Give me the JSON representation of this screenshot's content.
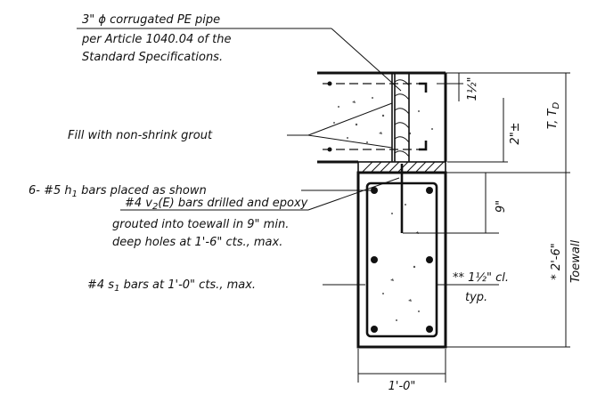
{
  "notes": {
    "pipe_line1": "3\" ϕ corrugated PE pipe",
    "pipe_line2": "per Article 1040.04 of the",
    "pipe_line3": "Standard Specifications.",
    "fill_grout": "Fill with non-shrink grout",
    "h1_bars_num": "6- #5 h",
    "h1_bars_sub": "1",
    "h1_bars_tail": " bars placed as shown",
    "v2_line1_a": "#4 v",
    "v2_line1_sub": "2",
    "v2_line1_b": "(E) bars drilled and epoxy",
    "v2_line2": "grouted into toewall in 9\" min.",
    "v2_line3": "deep holes at 1'-6\" cts., max.",
    "s1_bars_a": "#4 s",
    "s1_bars_sub": "1",
    "s1_bars_b": " bars at 1'-0\" cts., max."
  },
  "dimensions": {
    "one_half": "1½\"",
    "two_plus_minus": "2\"±",
    "slab_thickness": "T, T",
    "slab_thickness_sub": "D",
    "nine_inch": "9\"",
    "toewall_height": "* 2'-6\"",
    "toewall_label": "Toewall",
    "clear_cover_line1": "** 1½\" cl.",
    "clear_cover_line2": "typ.",
    "width": "1'-0\""
  }
}
